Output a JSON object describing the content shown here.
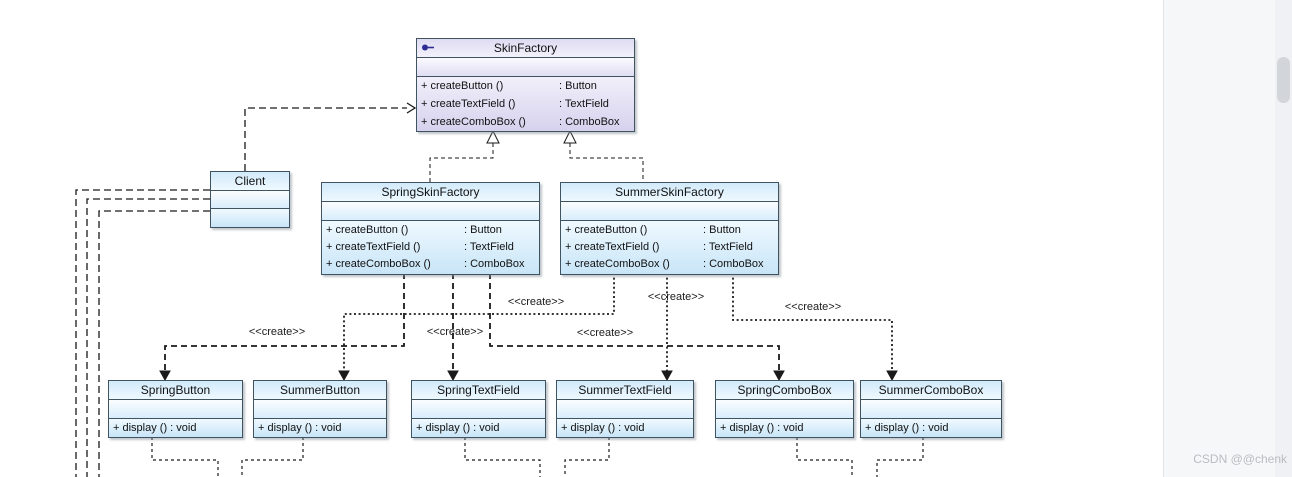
{
  "create_label": "<<create>>",
  "watermark": "CSDN @@chenk",
  "colors": {
    "class_fill": "#c8e5f7",
    "interface_fill": "#d6d2ee",
    "box_border": "#3f5360",
    "line": "#1a1a1a",
    "panel_bg": "#f6f7f9",
    "scroll_thumb": "#d2d5da",
    "watermark": "#b9bcc2"
  },
  "classes": [
    {
      "name": "SkinFactory",
      "icon": "interface-lollipop-icon",
      "methods": [
        {
          "sig": "+ createButton ()",
          "type": ": Button"
        },
        {
          "sig": "+ createTextField ()",
          "type": ": TextField"
        },
        {
          "sig": "+ createComboBox ()",
          "type": ": ComboBox"
        }
      ]
    },
    {
      "name": "Client",
      "methods": []
    },
    {
      "name": "SpringSkinFactory",
      "methods": [
        {
          "sig": "+ createButton ()",
          "type": ": Button"
        },
        {
          "sig": "+ createTextField ()",
          "type": ": TextField"
        },
        {
          "sig": "+ createComboBox ()",
          "type": ": ComboBox"
        }
      ]
    },
    {
      "name": "SummerSkinFactory",
      "methods": [
        {
          "sig": "+ createButton ()",
          "type": ": Button"
        },
        {
          "sig": "+ createTextField ()",
          "type": ": TextField"
        },
        {
          "sig": "+ createComboBox ()",
          "type": ": ComboBox"
        }
      ]
    },
    {
      "name": "SpringButton",
      "methods": [
        {
          "sig": "+ display () : void",
          "type": ""
        }
      ]
    },
    {
      "name": "SummerButton",
      "methods": [
        {
          "sig": "+ display () : void",
          "type": ""
        }
      ]
    },
    {
      "name": "SpringTextField",
      "methods": [
        {
          "sig": "+ display () : void",
          "type": ""
        }
      ]
    },
    {
      "name": "SummerTextField",
      "methods": [
        {
          "sig": "+ display () : void",
          "type": ""
        }
      ]
    },
    {
      "name": "SpringComboBox",
      "methods": [
        {
          "sig": "+ display () : void",
          "type": ""
        }
      ]
    },
    {
      "name": "SummerComboBox",
      "methods": [
        {
          "sig": "+ display () : void",
          "type": ""
        }
      ]
    }
  ],
  "relations": [
    {
      "from": "Client",
      "to": "SkinFactory",
      "kind": "dependency"
    },
    {
      "from": "SpringSkinFactory",
      "to": "SkinFactory",
      "kind": "realization"
    },
    {
      "from": "SummerSkinFactory",
      "to": "SkinFactory",
      "kind": "realization"
    },
    {
      "from": "SpringSkinFactory",
      "to": "SpringButton",
      "kind": "create"
    },
    {
      "from": "SpringSkinFactory",
      "to": "SpringTextField",
      "kind": "create"
    },
    {
      "from": "SpringSkinFactory",
      "to": "SpringComboBox",
      "kind": "create"
    },
    {
      "from": "SummerSkinFactory",
      "to": "SummerButton",
      "kind": "create"
    },
    {
      "from": "SummerSkinFactory",
      "to": "SummerTextField",
      "kind": "create"
    },
    {
      "from": "SummerSkinFactory",
      "to": "SummerComboBox",
      "kind": "create"
    }
  ]
}
